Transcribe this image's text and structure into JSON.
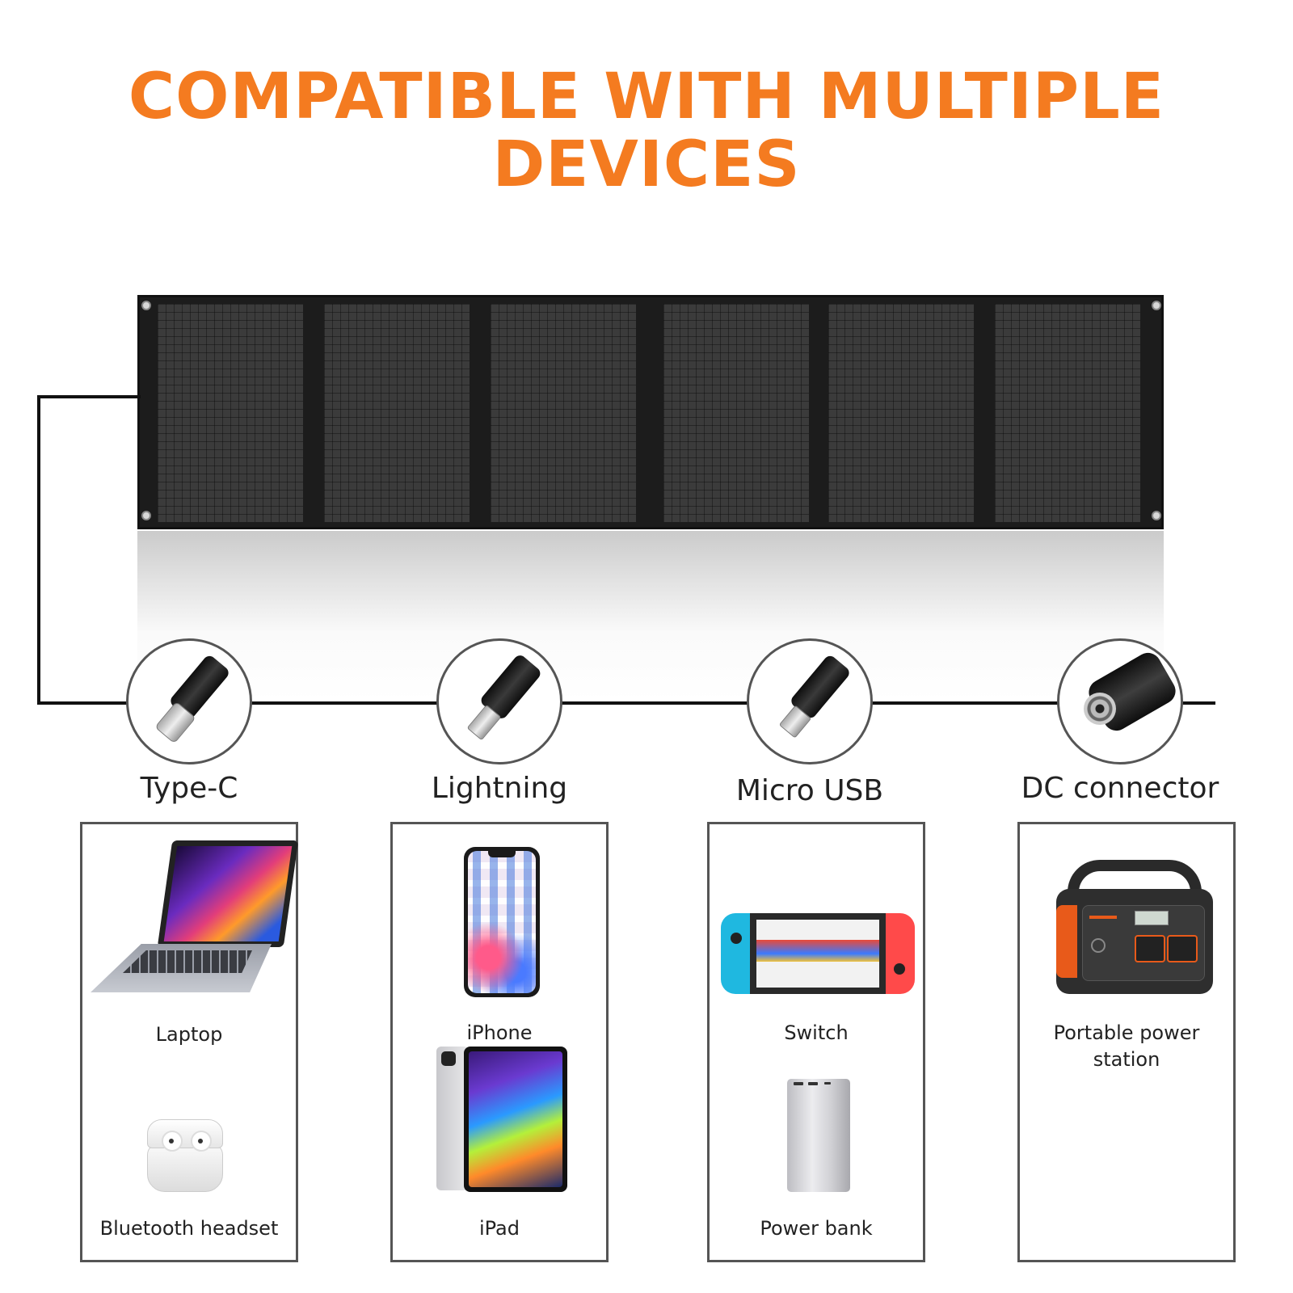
{
  "headline": {
    "line1": "COMPATIBLE WITH MULTIPLE",
    "line2": "DEVICES"
  },
  "colors": {
    "accent": "#f47b20",
    "panel": "#1c1c1c",
    "wire": "#111111"
  },
  "connectors": [
    {
      "label": "Type-C",
      "icon": "type-c-plug-icon"
    },
    {
      "label": "Lightning",
      "icon": "lightning-plug-icon"
    },
    {
      "label": "Micro USB",
      "icon": "micro-usb-plug-icon"
    },
    {
      "label": "DC connector",
      "icon": "dc-plug-icon"
    }
  ],
  "device_groups": [
    {
      "devices": [
        {
          "label": "Laptop",
          "icon": "laptop-icon"
        },
        {
          "label": "Bluetooth headset",
          "icon": "earbuds-icon"
        }
      ]
    },
    {
      "devices": [
        {
          "label": "iPhone",
          "icon": "phone-icon"
        },
        {
          "label": "iPad",
          "icon": "tablet-icon"
        }
      ]
    },
    {
      "devices": [
        {
          "label": "Switch",
          "icon": "game-console-icon"
        },
        {
          "label": "Power bank",
          "icon": "power-bank-icon"
        }
      ]
    },
    {
      "devices": [
        {
          "label": "Portable power station",
          "icon": "power-station-icon"
        }
      ]
    }
  ]
}
